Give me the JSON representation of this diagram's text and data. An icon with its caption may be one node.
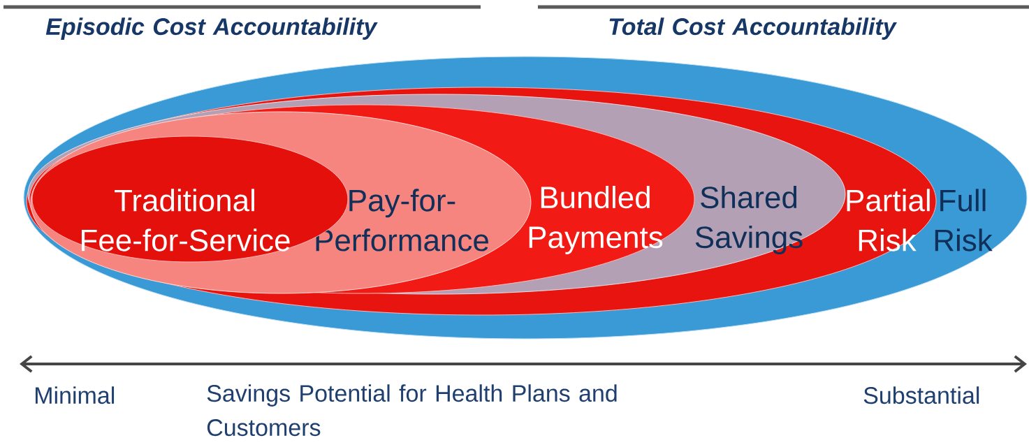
{
  "diagram": {
    "nodes": [
      {
        "text": [
          "Full Risk"
        ]
      },
      {
        "text": [
          "Partial Risk"
        ],
        "in": 0
      },
      {
        "text": [
          "Shared Savings"
        ],
        "in": 1
      },
      {
        "text": [
          "Bundled Payments"
        ],
        "in": 2
      },
      {
        "text": [
          "Pay-for-Performance"
        ],
        "in": 3
      },
      {
        "text": [
          "Traditional Fee-for-Service"
        ],
        "in": 4
      }
    ],
    "edges": [],
    "labels": [
      "Episodic Cost Accountability",
      "Total Cost Accountability",
      "Minimal",
      "Savings Potential for Health Plans and Customers",
      "Substantial"
    ]
  }
}
